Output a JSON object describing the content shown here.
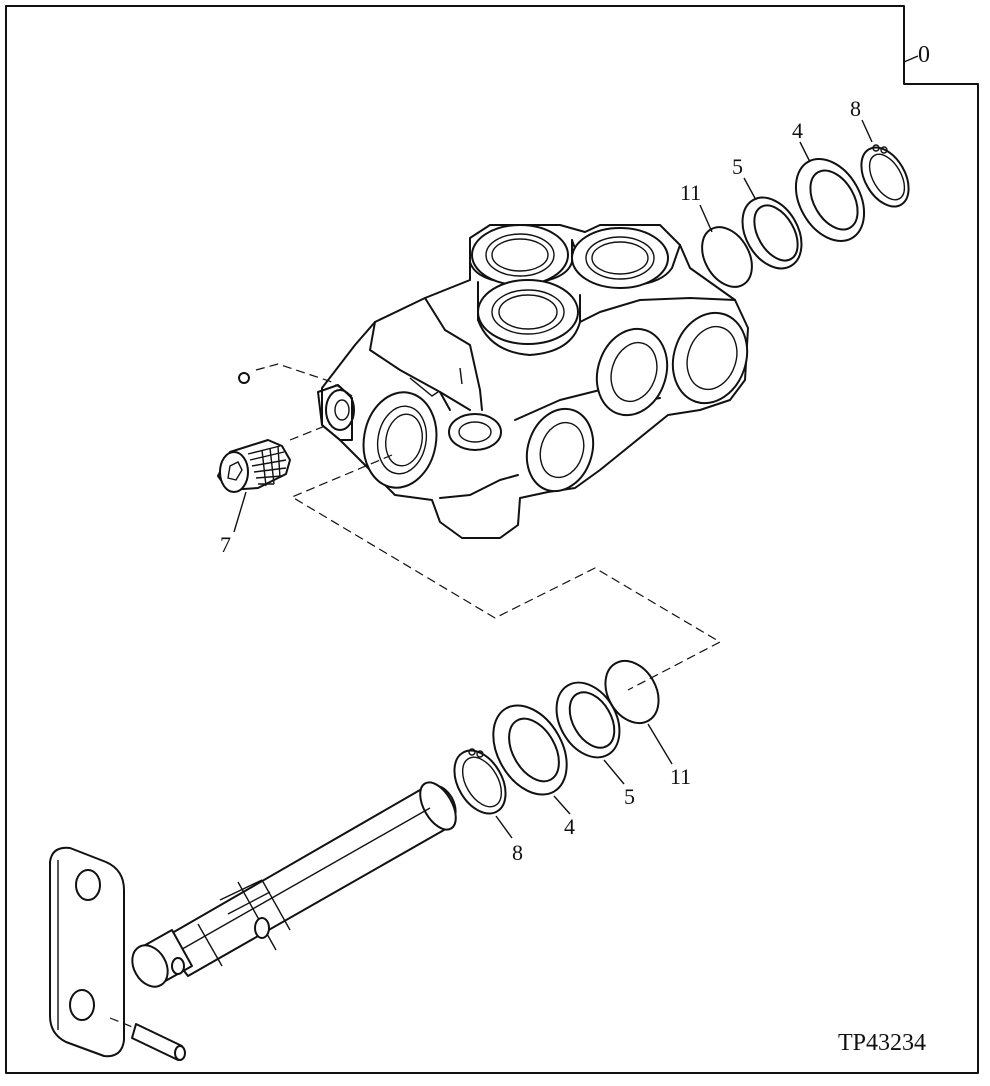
{
  "figure_id": "TP43234",
  "corner_label": "0",
  "callouts": {
    "top_ring_8": "8",
    "top_washer_4": "4",
    "top_ring_5": "5",
    "top_oring_11": "11",
    "screw_7": "7",
    "bottom_oring_11": "11",
    "bottom_ring_5": "5",
    "bottom_washer_4": "4",
    "bottom_ring_8": "8"
  }
}
